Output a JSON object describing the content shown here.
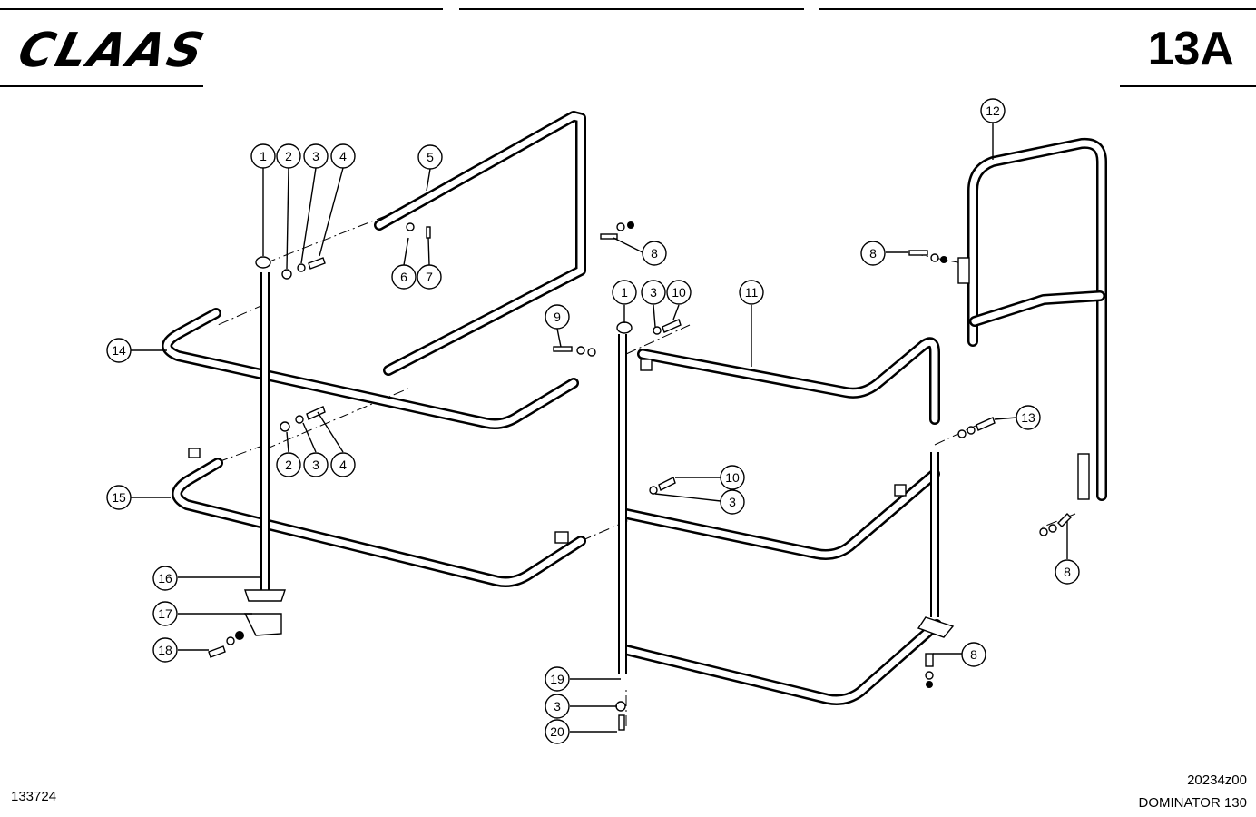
{
  "header": {
    "brand": "CLAAS",
    "page_number": "13A"
  },
  "footer": {
    "drawing_number": "133724",
    "figure_code": "20234z00",
    "model": "DOMINATOR 130"
  },
  "callouts": [
    {
      "label": "1"
    },
    {
      "label": "2"
    },
    {
      "label": "3"
    },
    {
      "label": "4"
    },
    {
      "label": "5"
    },
    {
      "label": "6"
    },
    {
      "label": "7"
    },
    {
      "label": "8"
    },
    {
      "label": "14"
    },
    {
      "label": "2"
    },
    {
      "label": "3"
    },
    {
      "label": "4"
    },
    {
      "label": "15"
    },
    {
      "label": "16"
    },
    {
      "label": "17"
    },
    {
      "label": "18"
    },
    {
      "label": "1"
    },
    {
      "label": "3"
    },
    {
      "label": "10"
    },
    {
      "label": "9"
    },
    {
      "label": "11"
    },
    {
      "label": "10"
    },
    {
      "label": "3"
    },
    {
      "label": "19"
    },
    {
      "label": "3"
    },
    {
      "label": "20"
    },
    {
      "label": "12"
    },
    {
      "label": "8"
    },
    {
      "label": "13"
    },
    {
      "label": "8"
    },
    {
      "label": "8"
    }
  ]
}
